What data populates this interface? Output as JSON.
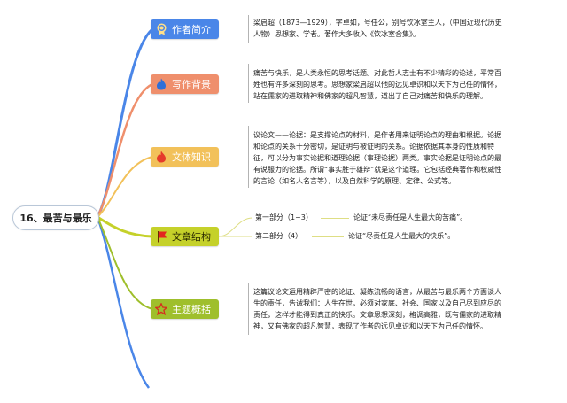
{
  "root": {
    "title": "16、最苦与最乐"
  },
  "colors": {
    "author": "#4a86e8",
    "background": "#ef8f6c",
    "style": "#f2c15a",
    "structure": "#c5d12a",
    "theme": "#9fbf2c"
  },
  "branches": [
    {
      "key": "author",
      "label": "作者简介",
      "icon": "medal-icon",
      "lines": [
        "梁启超（1873—1929），字卓如，号任公，别号饮冰室主人，（中国近现代历史",
        "人物）思想家、学者。著作大多收入《饮冰室合集》。"
      ]
    },
    {
      "key": "background",
      "label": "写作背景",
      "icon": "flame-icon",
      "lines": [
        "痛苦与快乐，是人类永恒的思考话题。对此哲人志士有不少精彩的论述，平常百",
        "姓也有许多深刻的思考。思想家梁启超以他的远见卓识和以天下为己任的情怀，",
        "站在儒家的进取精神和佛家的超凡智慧，道出了自己对痛苦和快乐的理解。"
      ]
    },
    {
      "key": "style",
      "label": "文体知识",
      "icon": "flame-icon",
      "lines": [
        "议论文——论据：是支撑论点的材料，是作者用来证明论点的理由和根据。论据",
        "和论点的关系十分密切，是证明与被证明的关系。论据依据其本身的性质和特",
        "征，可以分为事实论据和道理论据（事理论据）两类。事实论据是证明论点的最",
        "有说服力的论据。所谓“事实胜于雄辩”就是这个道理。它包括经典著作和权威性",
        "的言论（如名人名言等），以及自然科学的原理、定律、公式等。"
      ]
    },
    {
      "key": "structure",
      "label": "文章结构",
      "icon": "flag-icon",
      "parts": [
        {
          "title": "第一部分（1~3）",
          "note": "论证“未尽责任是人生最大的苦痛”。"
        },
        {
          "title": "第二部分（4）",
          "note": "论证“尽责任是人生最大的快乐”。"
        }
      ]
    },
    {
      "key": "theme",
      "label": "主题概括",
      "icon": "star-icon",
      "lines": [
        "这篇议论文运用精辟严密的论证、凝练流畅的语言，从最苦与最乐两个方面谈人",
        "生的责任，告诫我们：人生在世，必须对家庭、社会、国家以及自己尽到应尽的",
        "责任，这样才能得到真正的快乐。文章思想深刻，格调高雅，既有儒家的进取精",
        "神，又有佛家的超凡智慧，表现了作者的远见卓识和以天下为己任的情怀。"
      ]
    }
  ]
}
